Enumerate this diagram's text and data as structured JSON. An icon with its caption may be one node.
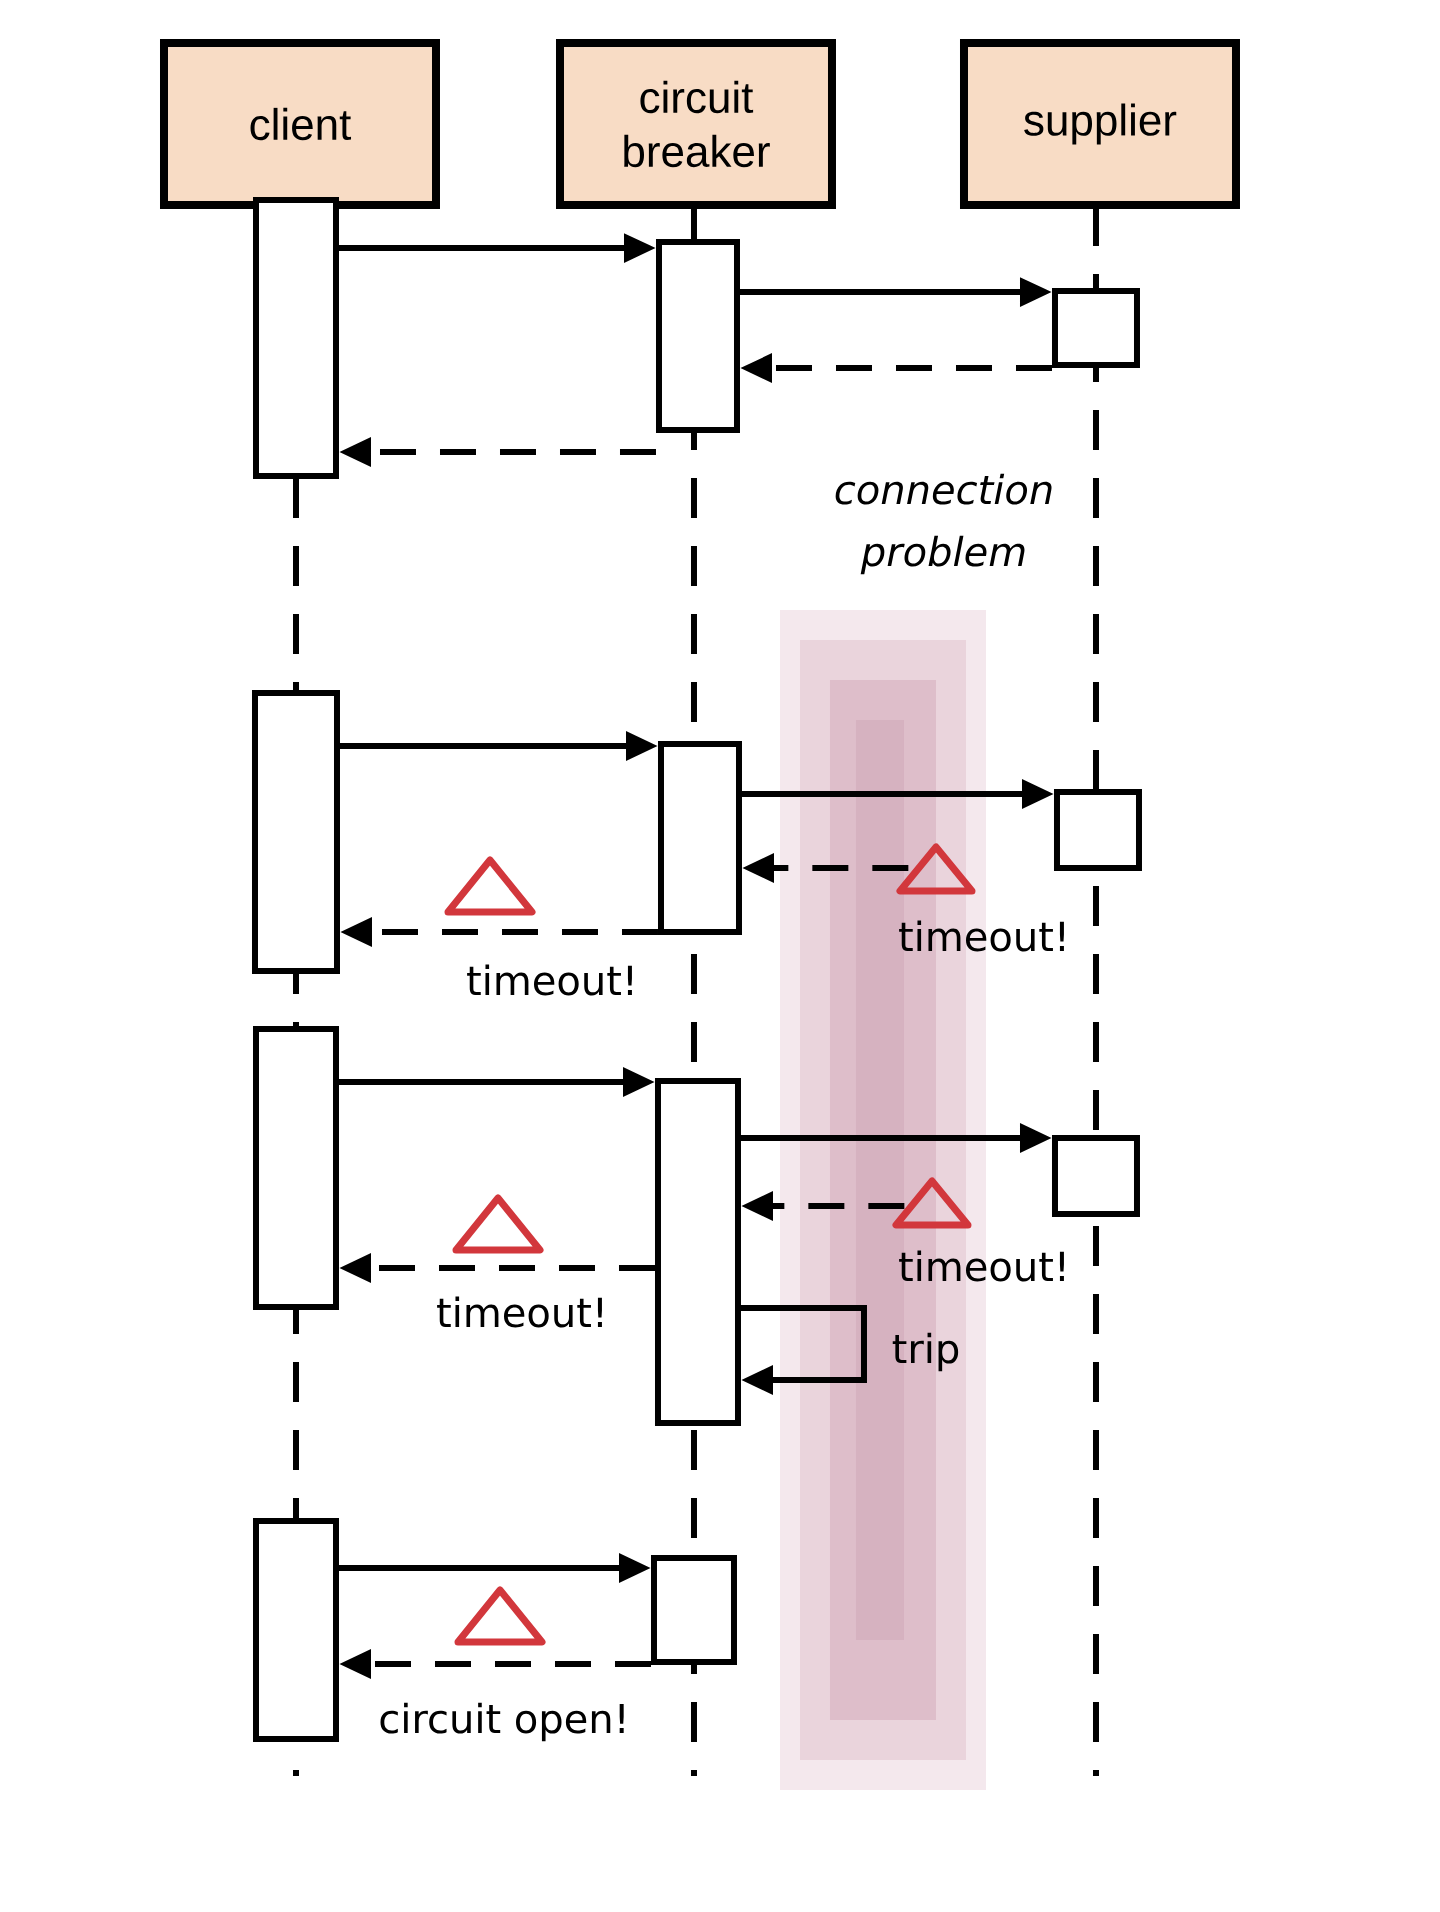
{
  "diagram": {
    "nodes": [
      {
        "text": [
          "client"
        ]
      },
      {
        "text": [
          "circuit breaker"
        ]
      },
      {
        "text": [
          "supplier"
        ]
      },
      {
        "text": [],
        "shape": "box"
      },
      {
        "text": [],
        "shape": "box"
      },
      {
        "text": [],
        "shape": "box"
      },
      {
        "text": [],
        "shape": "box"
      },
      {
        "text": [],
        "shape": "box"
      },
      {
        "text": [],
        "shape": "box"
      },
      {
        "text": [],
        "shape": "box"
      },
      {
        "text": [],
        "shape": "box"
      },
      {
        "text": [],
        "shape": "box"
      },
      {
        "text": [],
        "shape": "box"
      },
      {
        "text": [],
        "shape": "box"
      },
      {
        "text": [],
        "shape": "triangle"
      },
      {
        "text": [],
        "shape": "triangle"
      }
    ],
    "edges": [
      {
        "from": 3,
        "to": 4,
        "arrow": "to"
      },
      {
        "from": 4,
        "to": 5,
        "arrow": "to"
      },
      {
        "from": 5,
        "to": 4,
        "arrow": "to",
        "style": "dashed"
      },
      {
        "from": 4,
        "to": 3,
        "arrow": "to",
        "style": "dashed"
      },
      {
        "from": 6,
        "to": 7,
        "arrow": "to"
      },
      {
        "from": 7,
        "to": 8,
        "arrow": "to"
      },
      {
        "from": 14,
        "to": 7,
        "arrow": "to",
        "style": "dashed",
        "label": "timeout!"
      },
      {
        "from": 7,
        "to": 6,
        "arrow": "to",
        "style": "dashed",
        "label": "timeout!"
      },
      {
        "from": 9,
        "to": 10,
        "arrow": "to"
      },
      {
        "from": 10,
        "to": 11,
        "arrow": "to"
      },
      {
        "from": 15,
        "to": 10,
        "arrow": "to",
        "style": "dashed",
        "label": "timeout!"
      },
      {
        "from": 10,
        "to": 9,
        "arrow": "to",
        "style": "dashed",
        "label": "timeout!"
      },
      {
        "from": 10,
        "to": 10,
        "arrow": "to",
        "label": "trip"
      },
      {
        "from": 12,
        "to": 13,
        "arrow": "to"
      },
      {
        "from": 13,
        "to": 12,
        "arrow": "to",
        "style": "dashed",
        "label": "circuit open!"
      }
    ],
    "labels": [
      "*connection problem*"
    ]
  }
}
